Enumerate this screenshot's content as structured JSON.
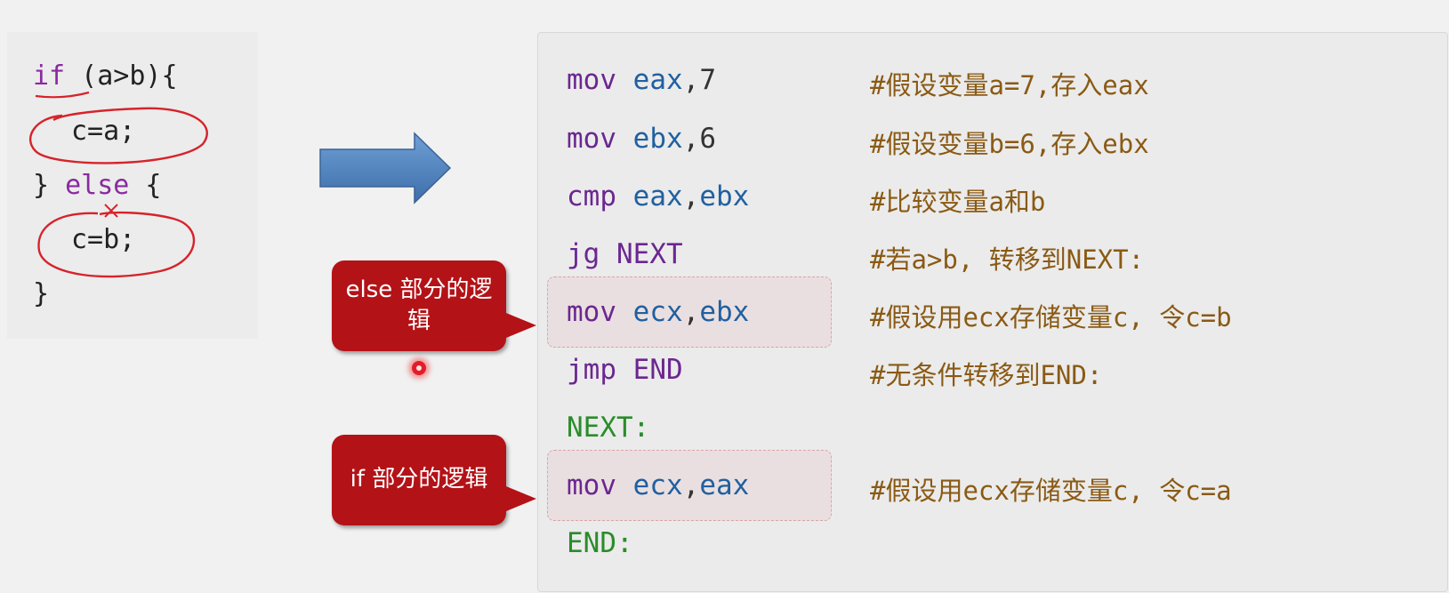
{
  "c_code": {
    "if_kw": "if",
    "if_cond": " (a>b){",
    "then_stmt": "c=a;",
    "close_brace_else": "} ",
    "else_kw": "else",
    "else_open": " {",
    "else_stmt": "c=b;",
    "close_brace": "}"
  },
  "asm": [
    {
      "op": "mov ",
      "args": "eax",
      "sep": ",",
      "val": "7",
      "comment": "#假设变量a=7,存入eax"
    },
    {
      "op": "mov ",
      "args": "ebx",
      "sep": ",",
      "val": "6",
      "comment": "#假设变量b=6,存入ebx"
    },
    {
      "op": "cmp ",
      "args": "eax",
      "sep": ",",
      "val": "ebx",
      "comment": "#比较变量a和b"
    },
    {
      "op": "jg ",
      "args": "NEXT",
      "sep": "",
      "val": "",
      "comment": "#若a>b, 转移到NEXT:"
    },
    {
      "op": "mov ",
      "args": "ecx",
      "sep": ",",
      "val": "ebx",
      "comment": "#假设用ecx存储变量c, 令c=b"
    },
    {
      "op": "jmp ",
      "args": "END",
      "sep": "",
      "val": "",
      "comment": "#无条件转移到END:"
    },
    {
      "label": "NEXT:"
    },
    {
      "op": "mov ",
      "args": "ecx",
      "sep": ",",
      "val": "eax",
      "comment": "#假设用ecx存储变量c, 令c=a"
    },
    {
      "label": "END:"
    }
  ],
  "callouts": {
    "else_label": "else 部分的逻辑",
    "if_label": "if 部分的逻辑"
  },
  "colors": {
    "callout_bg": "#b31217",
    "arrow": "#4f81bd",
    "annotation_red": "#d6232b",
    "keyword": "#8a2aa0",
    "register": "#2060a0",
    "label": "#2a8c2a",
    "comment": "#8a5a14"
  }
}
